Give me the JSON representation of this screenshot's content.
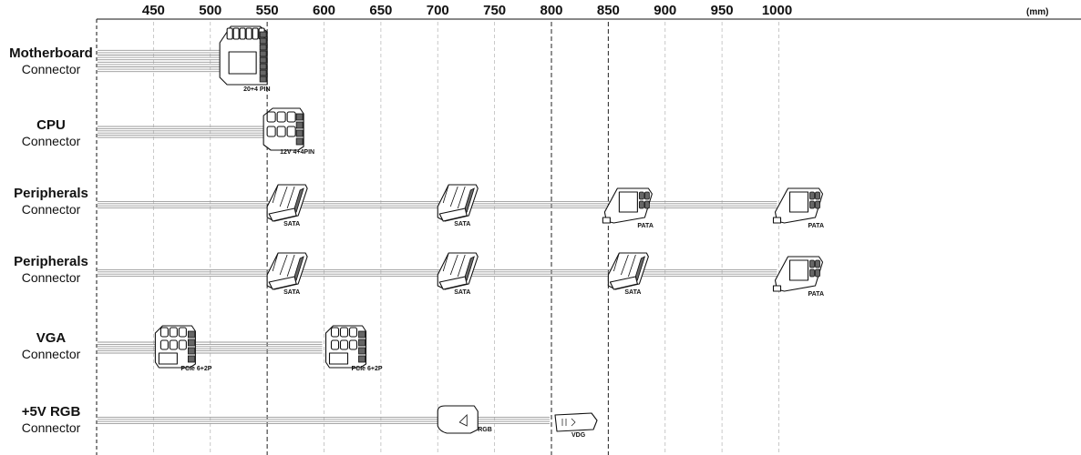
{
  "axis": {
    "ticks": [
      450,
      500,
      550,
      600,
      650,
      700,
      750,
      800,
      850,
      900,
      950,
      1000
    ],
    "unit": "(mm)",
    "dashed_emphasis": [
      550,
      800,
      850
    ]
  },
  "rows": [
    {
      "title": "Motherboard",
      "subtitle": "Connector",
      "wires": 10,
      "length": 550,
      "connectors": [
        {
          "type": "atx24",
          "at": 550,
          "label": "20+4 PIN"
        }
      ]
    },
    {
      "title": "CPU",
      "subtitle": "Connector",
      "wires": 6,
      "length": 550,
      "connectors": [
        {
          "type": "eps8",
          "at": 550,
          "label": "12V 4+4PIN"
        }
      ]
    },
    {
      "title": "Peripherals",
      "subtitle": "Connector",
      "wires": 4,
      "length": 1000,
      "connectors": [
        {
          "type": "sata",
          "at": 550,
          "label": "SATA"
        },
        {
          "type": "sata",
          "at": 700,
          "label": "SATA"
        },
        {
          "type": "pata",
          "at": 850,
          "label": "PATA"
        },
        {
          "type": "pata",
          "at": 1000,
          "label": "PATA"
        }
      ]
    },
    {
      "title": "Peripherals",
      "subtitle": "Connector",
      "wires": 4,
      "length": 1000,
      "connectors": [
        {
          "type": "sata",
          "at": 550,
          "label": "SATA"
        },
        {
          "type": "sata",
          "at": 700,
          "label": "SATA"
        },
        {
          "type": "sata",
          "at": 850,
          "label": "SATA"
        },
        {
          "type": "pata",
          "at": 1000,
          "label": "PATA"
        }
      ]
    },
    {
      "title": "VGA",
      "subtitle": "Connector",
      "wires": 6,
      "length": 600,
      "connectors": [
        {
          "type": "pcie8",
          "at": 450,
          "label": "PCIe 6+2P"
        },
        {
          "type": "pcie8",
          "at": 600,
          "label": "PCIe 6+2P"
        }
      ]
    },
    {
      "title": "+5V RGB",
      "subtitle": "Connector",
      "wires": 4,
      "length": 800,
      "connectors": [
        {
          "type": "rgb",
          "at": 700,
          "label": "RGB"
        },
        {
          "type": "vdg",
          "at": 800,
          "label": "VDG"
        }
      ]
    }
  ]
}
